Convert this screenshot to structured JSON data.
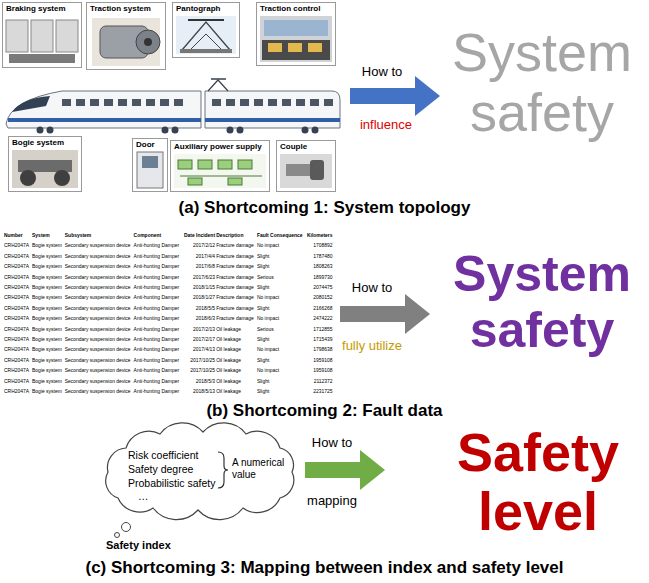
{
  "diagram": {
    "nodes": [
      {
        "text": [
          "Braking system"
        ]
      },
      {
        "text": [
          "Traction system"
        ]
      },
      {
        "text": [
          "Pantograph"
        ]
      },
      {
        "text": [
          "Traction control"
        ]
      },
      {
        "text": [
          "Bogie system"
        ]
      },
      {
        "text": [
          "Door"
        ]
      },
      {
        "text": [
          "Auxiliary power supply"
        ]
      },
      {
        "text": [
          "Couple"
        ]
      },
      {
        "text": [
          "Risk coefficient",
          "Safety degree",
          "Probabilistic safety",
          "…",
          "A numerical value"
        ]
      }
    ],
    "labels": [
      "How to",
      "influence",
      "System safety",
      "(a) Shortcoming 1: System topology",
      "Number",
      "System",
      "Subsystem",
      "Component",
      "Date Incident",
      "Description",
      "Fault Consequence",
      "Kilometers",
      "CRH2047A",
      "Bogie system",
      "Secondary suspension device",
      "Anti-hunting Damper",
      "2017/2/12",
      "Fracture damage",
      "No impact",
      "1708892",
      "CRH2047A",
      "Bogie system",
      "Secondary suspension device",
      "Anti-hunting Damper",
      "2017/4/4",
      "Fracture damage",
      "Slight",
      "1787480",
      "CRH2047A",
      "Bogie system",
      "Secondary suspension device",
      "Anti-hunting Damper",
      "2017/6/8",
      "Fracture damage",
      "Slight",
      "1808263",
      "CRH2047A",
      "Bogie system",
      "Secondary suspension device",
      "Anti-hunting Damper",
      "2017/6/23",
      "Fracture damage",
      "Serious",
      "1899730",
      "CRH2047A",
      "Bogie system",
      "Secondary suspension device",
      "Anti-hunting Damper",
      "2018/1/15",
      "Fracture damage",
      "Slight",
      "2074475",
      "CRH2047A",
      "Bogie system",
      "Secondary suspension device",
      "Anti-hunting Damper",
      "2018/1/27",
      "Fracture damage",
      "No impact",
      "2080152",
      "CRH2047A",
      "Bogie system",
      "Secondary suspension device",
      "Anti-hunting Damper",
      "2018/5/5",
      "Fracture damage",
      "Slight",
      "2166268",
      "CRH2047A",
      "Bogie system",
      "Secondary suspension device",
      "Anti-hunting Damper",
      "2018/6/3",
      "Fracture damage",
      "No impact",
      "2474222",
      "CRH2047A",
      "Bogie system",
      "Secondary suspension device",
      "Anti-hunting Damper",
      "2017/2/13",
      "Oil leakage",
      "Serious",
      "1712855",
      "CRH2047A",
      "Bogie system",
      "Secondary suspension device",
      "Anti-hunting Damper",
      "2017/2/17",
      "Oil leakage",
      "Slight",
      "1715439",
      "CRH2047A",
      "Bogie system",
      "Secondary suspension device",
      "Anti-hunting Damper",
      "2017/4/13",
      "Oil leakage",
      "No impact",
      "1798638",
      "CRH2047A",
      "Bogie system",
      "Secondary suspension device",
      "Anti-hunting Damper",
      "2017/10/25",
      "Oil leakage",
      "Slight",
      "1959108",
      "CRH2047A",
      "Bogie system",
      "Secondary suspension device",
      "Anti-hunting Damper",
      "2017/10/25",
      "Oil leakage",
      "No impact",
      "1959108",
      "CRH2047A",
      "Bogie system",
      "Secondary suspension device",
      "Anti-hunting Damper",
      "2018/5/3",
      "Oil leakage",
      "Slight",
      "2112372",
      "CRH2047A",
      "Bogie system",
      "Secondary suspension device",
      "Anti-hunting Damper",
      "2018/5/13",
      "Oil leakage",
      "Slight",
      "2231725",
      "How to",
      "fully utilize",
      "System safety",
      "(b) Shortcoming 2: Fault data",
      "How to",
      "mapping",
      "Safety level",
      "Safety index",
      "(c) Shortcoming 3: Mapping between index and safety level"
    ]
  }
}
